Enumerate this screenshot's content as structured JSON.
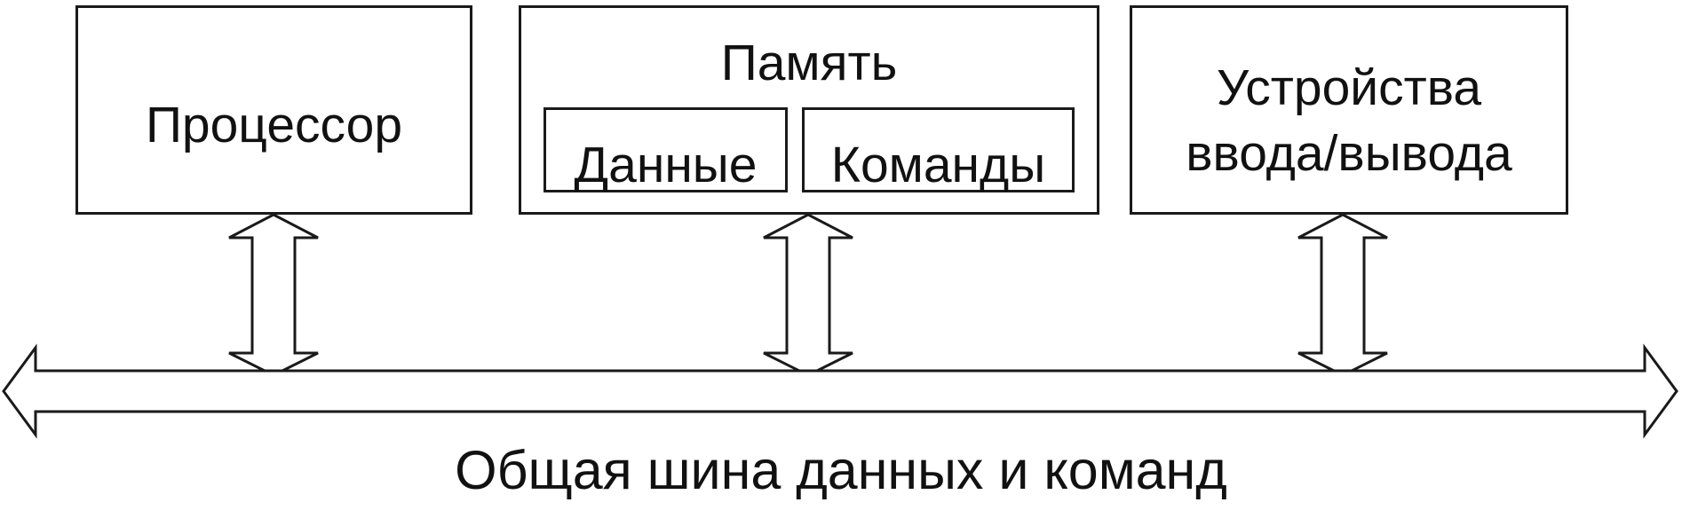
{
  "processor": {
    "label": "Процессор"
  },
  "memory": {
    "title": "Память",
    "data_label": "Данные",
    "commands_label": "Команды"
  },
  "io": {
    "line1": "Устройства",
    "line2": "ввода/вывода"
  },
  "bus": {
    "caption": "Общая шина данных и команд"
  }
}
